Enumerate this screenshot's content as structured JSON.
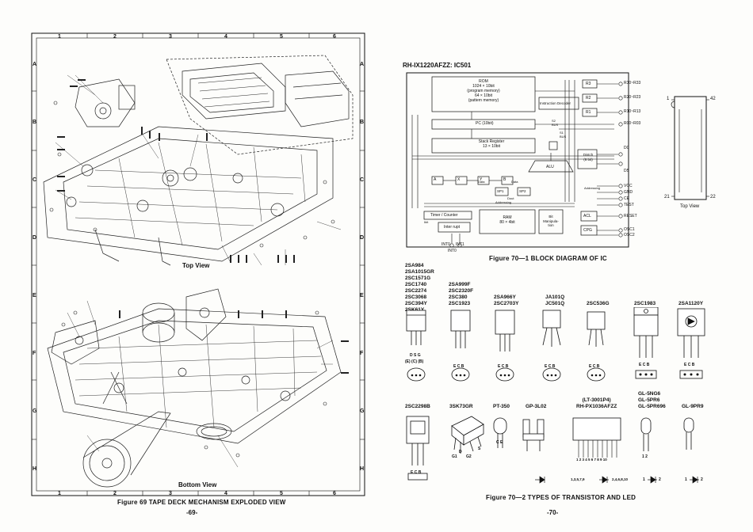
{
  "left_page": {
    "columns": [
      "1",
      "2",
      "3",
      "4",
      "5",
      "6"
    ],
    "rows": [
      "A",
      "B",
      "C",
      "D",
      "E",
      "F",
      "G",
      "H"
    ],
    "top_view_label": "Top View",
    "bottom_view_label": "Bottom View",
    "caption": "Figure 69 TAPE DECK MECHANISM EXPLODED VIEW",
    "page_number": "-69-"
  },
  "right_page": {
    "ic_title": "RH-IX1220AFZZ: IC501",
    "block_diagram": {
      "rom": [
        "ROM",
        "1024 × 10bit",
        "(program memory)",
        "64 × 10bit",
        "(pattern memory)"
      ],
      "instruction_decoder": "Instruction Decoder",
      "pc": "PC (10bit)",
      "stack": [
        "Stack Register",
        "13 × 10bit"
      ],
      "alu": "ALU",
      "timer": "Timer / Counter",
      "interrupt": "Inter rupt",
      "ram": [
        "RAM",
        "80 × 4bit"
      ],
      "bit_manip": [
        "Bit",
        "Manipula-",
        "tion"
      ],
      "distch": [
        "Distch",
        "(6 bit)"
      ],
      "acl": "ACL",
      "cpg": "CPG",
      "regs": [
        "R3",
        "R2",
        "R1"
      ],
      "small_regs": [
        "A",
        "X",
        "Y",
        "B"
      ],
      "s_boxes": [
        "SP1",
        "SP2"
      ],
      "labels": [
        "S2 BUS",
        "S1 BUS",
        "Addressing",
        "Addressing",
        "Data",
        "Data",
        "Ibit",
        "Dout"
      ],
      "pins_right": [
        "R30~R33",
        "R20~R23",
        "R10~R13",
        "R00~R03",
        "D0",
        "D5",
        "VCC",
        "GND",
        "CE",
        "TEST",
        "RESET",
        "OSC1",
        "OSC2"
      ],
      "pins_bottom": [
        "INT0",
        "INT1",
        "INT0"
      ]
    },
    "ic_package": {
      "pin1": "1",
      "pin42": "42",
      "pin21": "21",
      "pin22": "22",
      "label": "Top View"
    },
    "caption1": "Figure 70—1 BLOCK DIAGRAM OF IC",
    "transistor_groups": [
      {
        "models": [
          "2SA984",
          "2SA1015GR",
          "2SC1571G",
          "2SC1740",
          "2SC2274",
          "2SC3068",
          "2SC394Y",
          "2SK61Y"
        ],
        "pins": [
          "D S G",
          "(E) (C) (B)"
        ]
      },
      {
        "models": [
          "2SA999F",
          "2SC2320F",
          "2SC380",
          "2SC1923"
        ],
        "pins": [
          "E C B"
        ]
      },
      {
        "models": [
          "2SA966Y",
          "2SC2703Y"
        ],
        "pins": [
          "E C B"
        ]
      },
      {
        "models": [
          "JA101Q",
          "JC501Q"
        ],
        "pins": [
          "E C B"
        ]
      },
      {
        "models": [
          "2SC536G"
        ],
        "pins": [
          "E C B"
        ]
      },
      {
        "models": [
          "2SC1983"
        ],
        "pins": [
          "E C B"
        ]
      },
      {
        "models": [
          "2SA1120Y"
        ],
        "pins": [
          "E C B"
        ]
      }
    ],
    "devices_row2": [
      {
        "models": [
          "2SC2298B"
        ],
        "pins": [
          "E C B"
        ]
      },
      {
        "models": [
          "3SK73GR"
        ],
        "pins": [
          "G1",
          "G2",
          "D",
          "S"
        ]
      },
      {
        "models": [
          "PT-350"
        ],
        "pins": [
          "C E"
        ]
      },
      {
        "models": [
          "GP-3L02"
        ],
        "pins": []
      },
      {
        "models": [
          "(LT-3001P4)",
          "RH-PX1036AFZZ"
        ],
        "pins": [
          "1 2 3 4 5 6 7 8 9 10",
          "1,3,5,7,9",
          "2,4,6,8,10"
        ]
      },
      {
        "models": [
          "GL-5NG6",
          "GL-5PR6",
          "GL-5PR696"
        ],
        "pins": [
          "1 2",
          "1",
          "2"
        ]
      },
      {
        "models": [
          "GL-9PR9"
        ],
        "pins": [
          "1",
          "2"
        ]
      }
    ],
    "caption2": "Figure 70—2 TYPES OF TRANSISTOR AND LED",
    "page_number": "-70-"
  }
}
